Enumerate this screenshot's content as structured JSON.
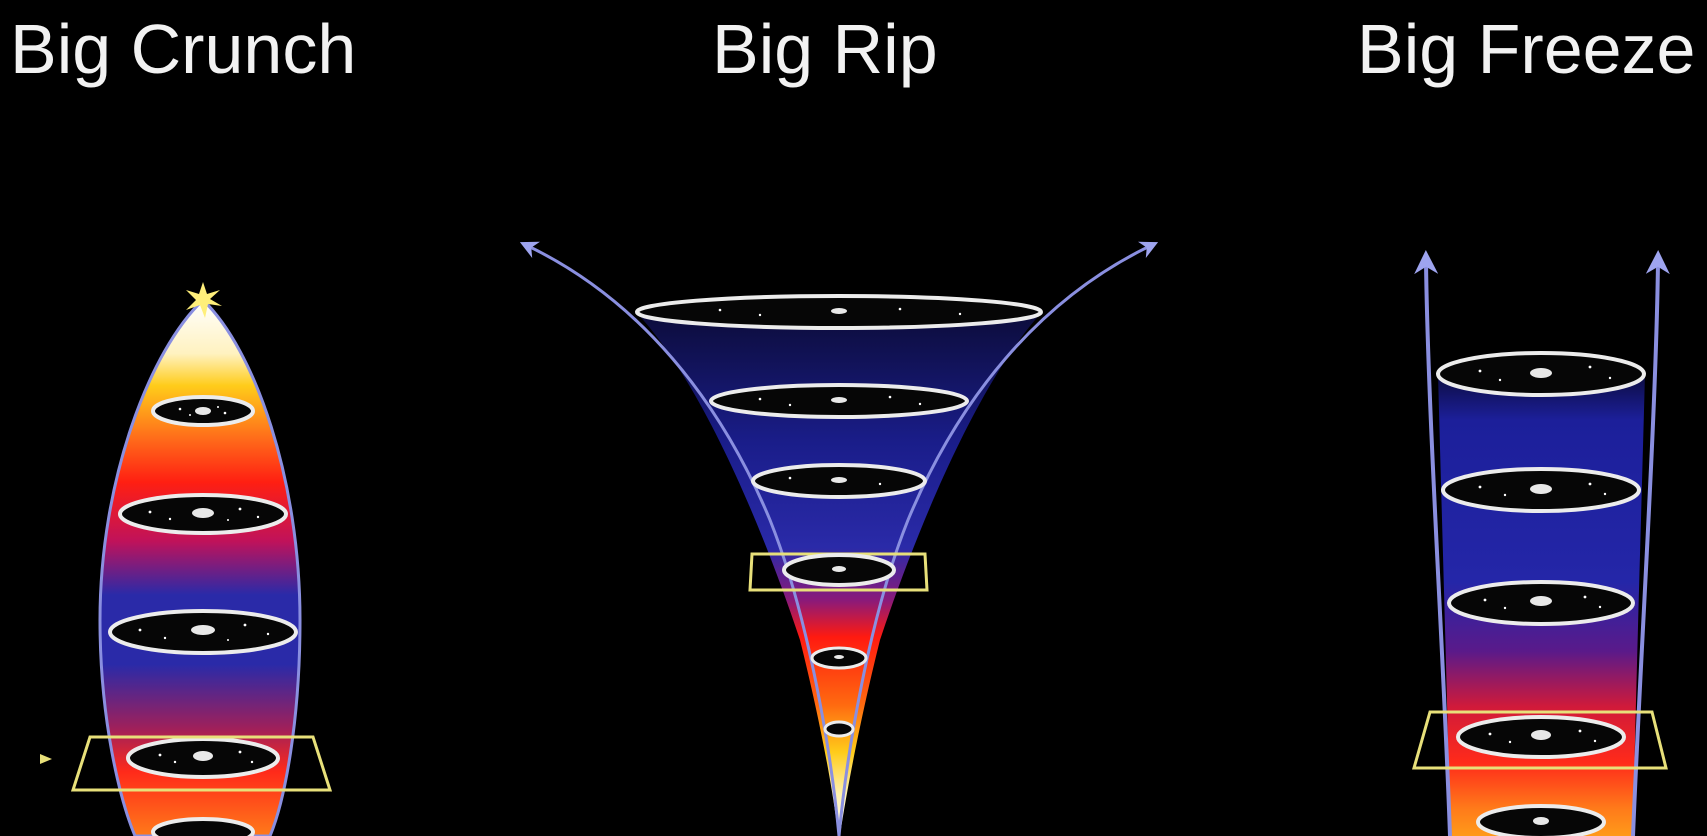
{
  "scenarios": [
    {
      "id": "crunch",
      "title": "Big Crunch"
    },
    {
      "id": "rip",
      "title": "Big Rip"
    },
    {
      "id": "freeze",
      "title": "Big Freeze"
    }
  ],
  "colors": {
    "background": "#000000",
    "outline": "#8a8fe0",
    "present_marker": "#e8e07a",
    "hot_white": "#ffffff",
    "hot_yellow": "#ffd21a",
    "hot_red": "#ff2a1a",
    "cool_blue": "#1b1f9a"
  }
}
